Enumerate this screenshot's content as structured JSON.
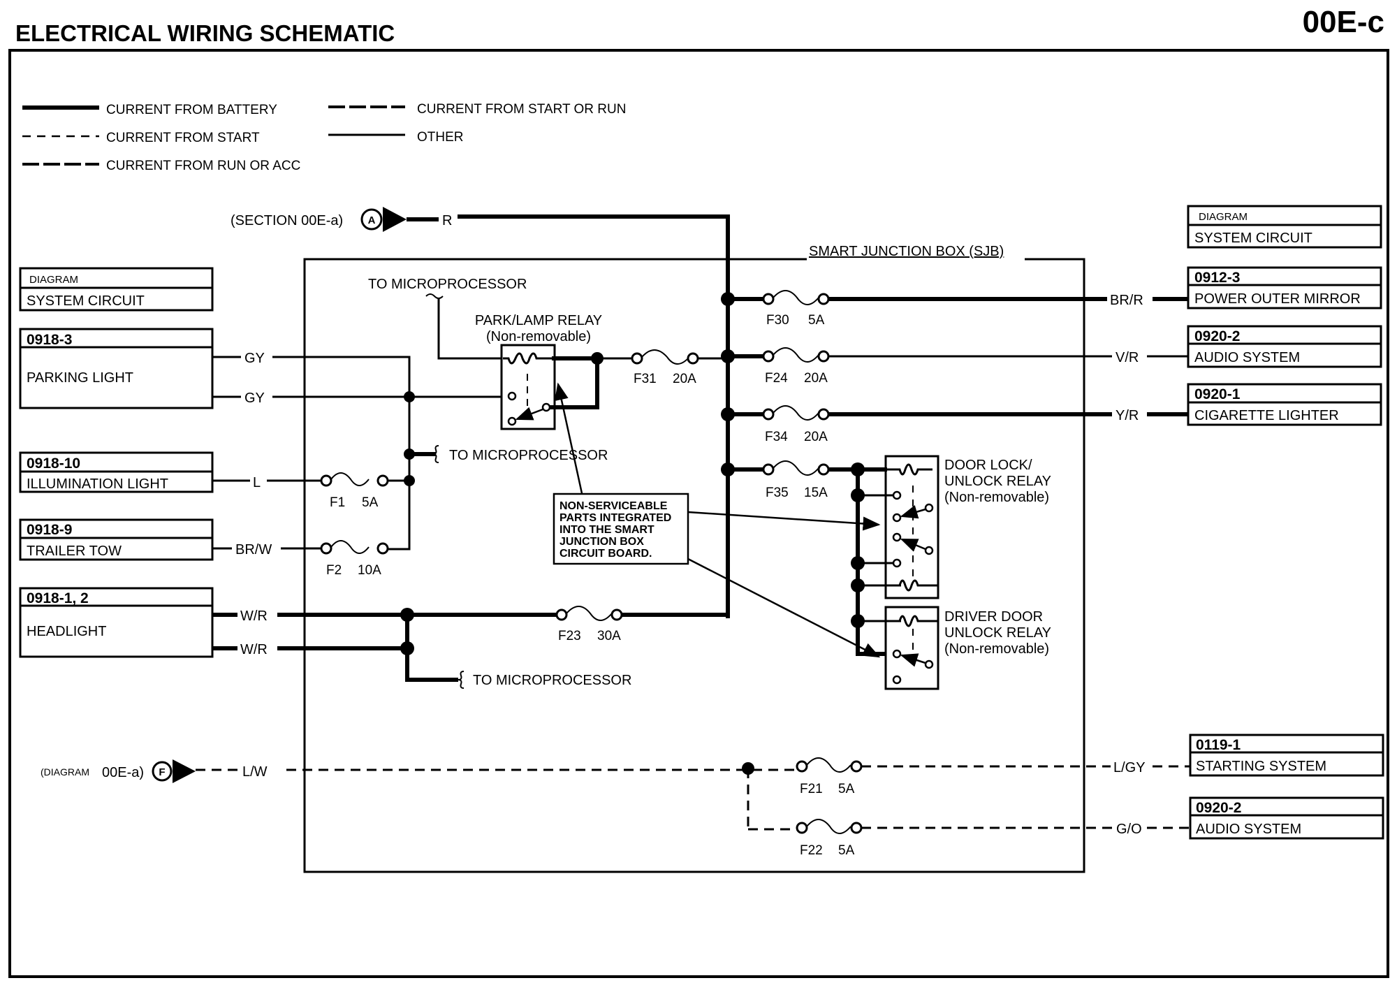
{
  "header": {
    "title": "ELECTRICAL WIRING SCHEMATIC",
    "page_id": "00E-c"
  },
  "legend": [
    {
      "style": "battery",
      "label": "CURRENT FROM BATTERY"
    },
    {
      "style": "start",
      "label": "CURRENT FROM START"
    },
    {
      "style": "run_acc",
      "label": "CURRENT FROM RUN OR ACC"
    },
    {
      "style": "start_run",
      "label": "CURRENT FROM START OR RUN"
    },
    {
      "style": "other",
      "label": "OTHER"
    }
  ],
  "inputs": {
    "a": {
      "ref": "(SECTION 00E-a)",
      "connector": "A",
      "wire": "R"
    },
    "f": {
      "ref_small": "(DIAGRAM",
      "ref": "00E-a)",
      "connector": "F",
      "wire": "L/W"
    }
  },
  "sjb": {
    "title": "SMART JUNCTION BOX (SJB)",
    "park_relay": {
      "name": "PARK/LAMP RELAY",
      "note": "(Non-removable)"
    },
    "door_relay": {
      "line1": "DOOR LOCK/",
      "line2": "UNLOCK RELAY",
      "note": "(Non-removable)"
    },
    "driver_relay": {
      "line1": "DRIVER DOOR",
      "line2": "UNLOCK RELAY",
      "note": "(Non-removable)"
    },
    "to_micro": "TO MICROPROCESSOR",
    "callout": [
      "NON-SERVICEABLE",
      "PARTS INTEGRATED",
      "INTO THE SMART",
      "JUNCTION BOX",
      "CIRCUIT BOARD."
    ]
  },
  "fuses": [
    {
      "id": "F1",
      "rating": "5A"
    },
    {
      "id": "F2",
      "rating": "10A"
    },
    {
      "id": "F31",
      "rating": "20A"
    },
    {
      "id": "F30",
      "rating": "5A"
    },
    {
      "id": "F24",
      "rating": "20A"
    },
    {
      "id": "F34",
      "rating": "20A"
    },
    {
      "id": "F35",
      "rating": "15A"
    },
    {
      "id": "F23",
      "rating": "30A"
    },
    {
      "id": "F21",
      "rating": "5A"
    },
    {
      "id": "F22",
      "rating": "5A"
    }
  ],
  "left_boxes": [
    {
      "header": "DIAGRAM",
      "body": "SYSTEM CIRCUIT"
    },
    {
      "header": "0918-3",
      "body": "PARKING LIGHT",
      "wires": [
        "GY",
        "GY"
      ]
    },
    {
      "header": "0918-10",
      "body": "ILLUMINATION LIGHT",
      "wires": [
        "L"
      ]
    },
    {
      "header": "0918-9",
      "body": "TRAILER TOW",
      "wires": [
        "BR/W"
      ]
    },
    {
      "header": "0918-1, 2",
      "body": "HEADLIGHT",
      "wires": [
        "W/R",
        "W/R"
      ]
    }
  ],
  "right_boxes": [
    {
      "header": "DIAGRAM",
      "body": "SYSTEM CIRCUIT"
    },
    {
      "header": "0912-3",
      "body": "POWER OUTER MIRROR",
      "wire": "BR/R"
    },
    {
      "header": "0920-2",
      "body": "AUDIO SYSTEM",
      "wire": "V/R"
    },
    {
      "header": "0920-1",
      "body": "CIGARETTE LIGHTER",
      "wire": "Y/R"
    },
    {
      "header": "0119-1",
      "body": "STARTING SYSTEM",
      "wire": "L/GY"
    },
    {
      "header": "0920-2",
      "body": "AUDIO SYSTEM",
      "wire": "G/O"
    }
  ]
}
